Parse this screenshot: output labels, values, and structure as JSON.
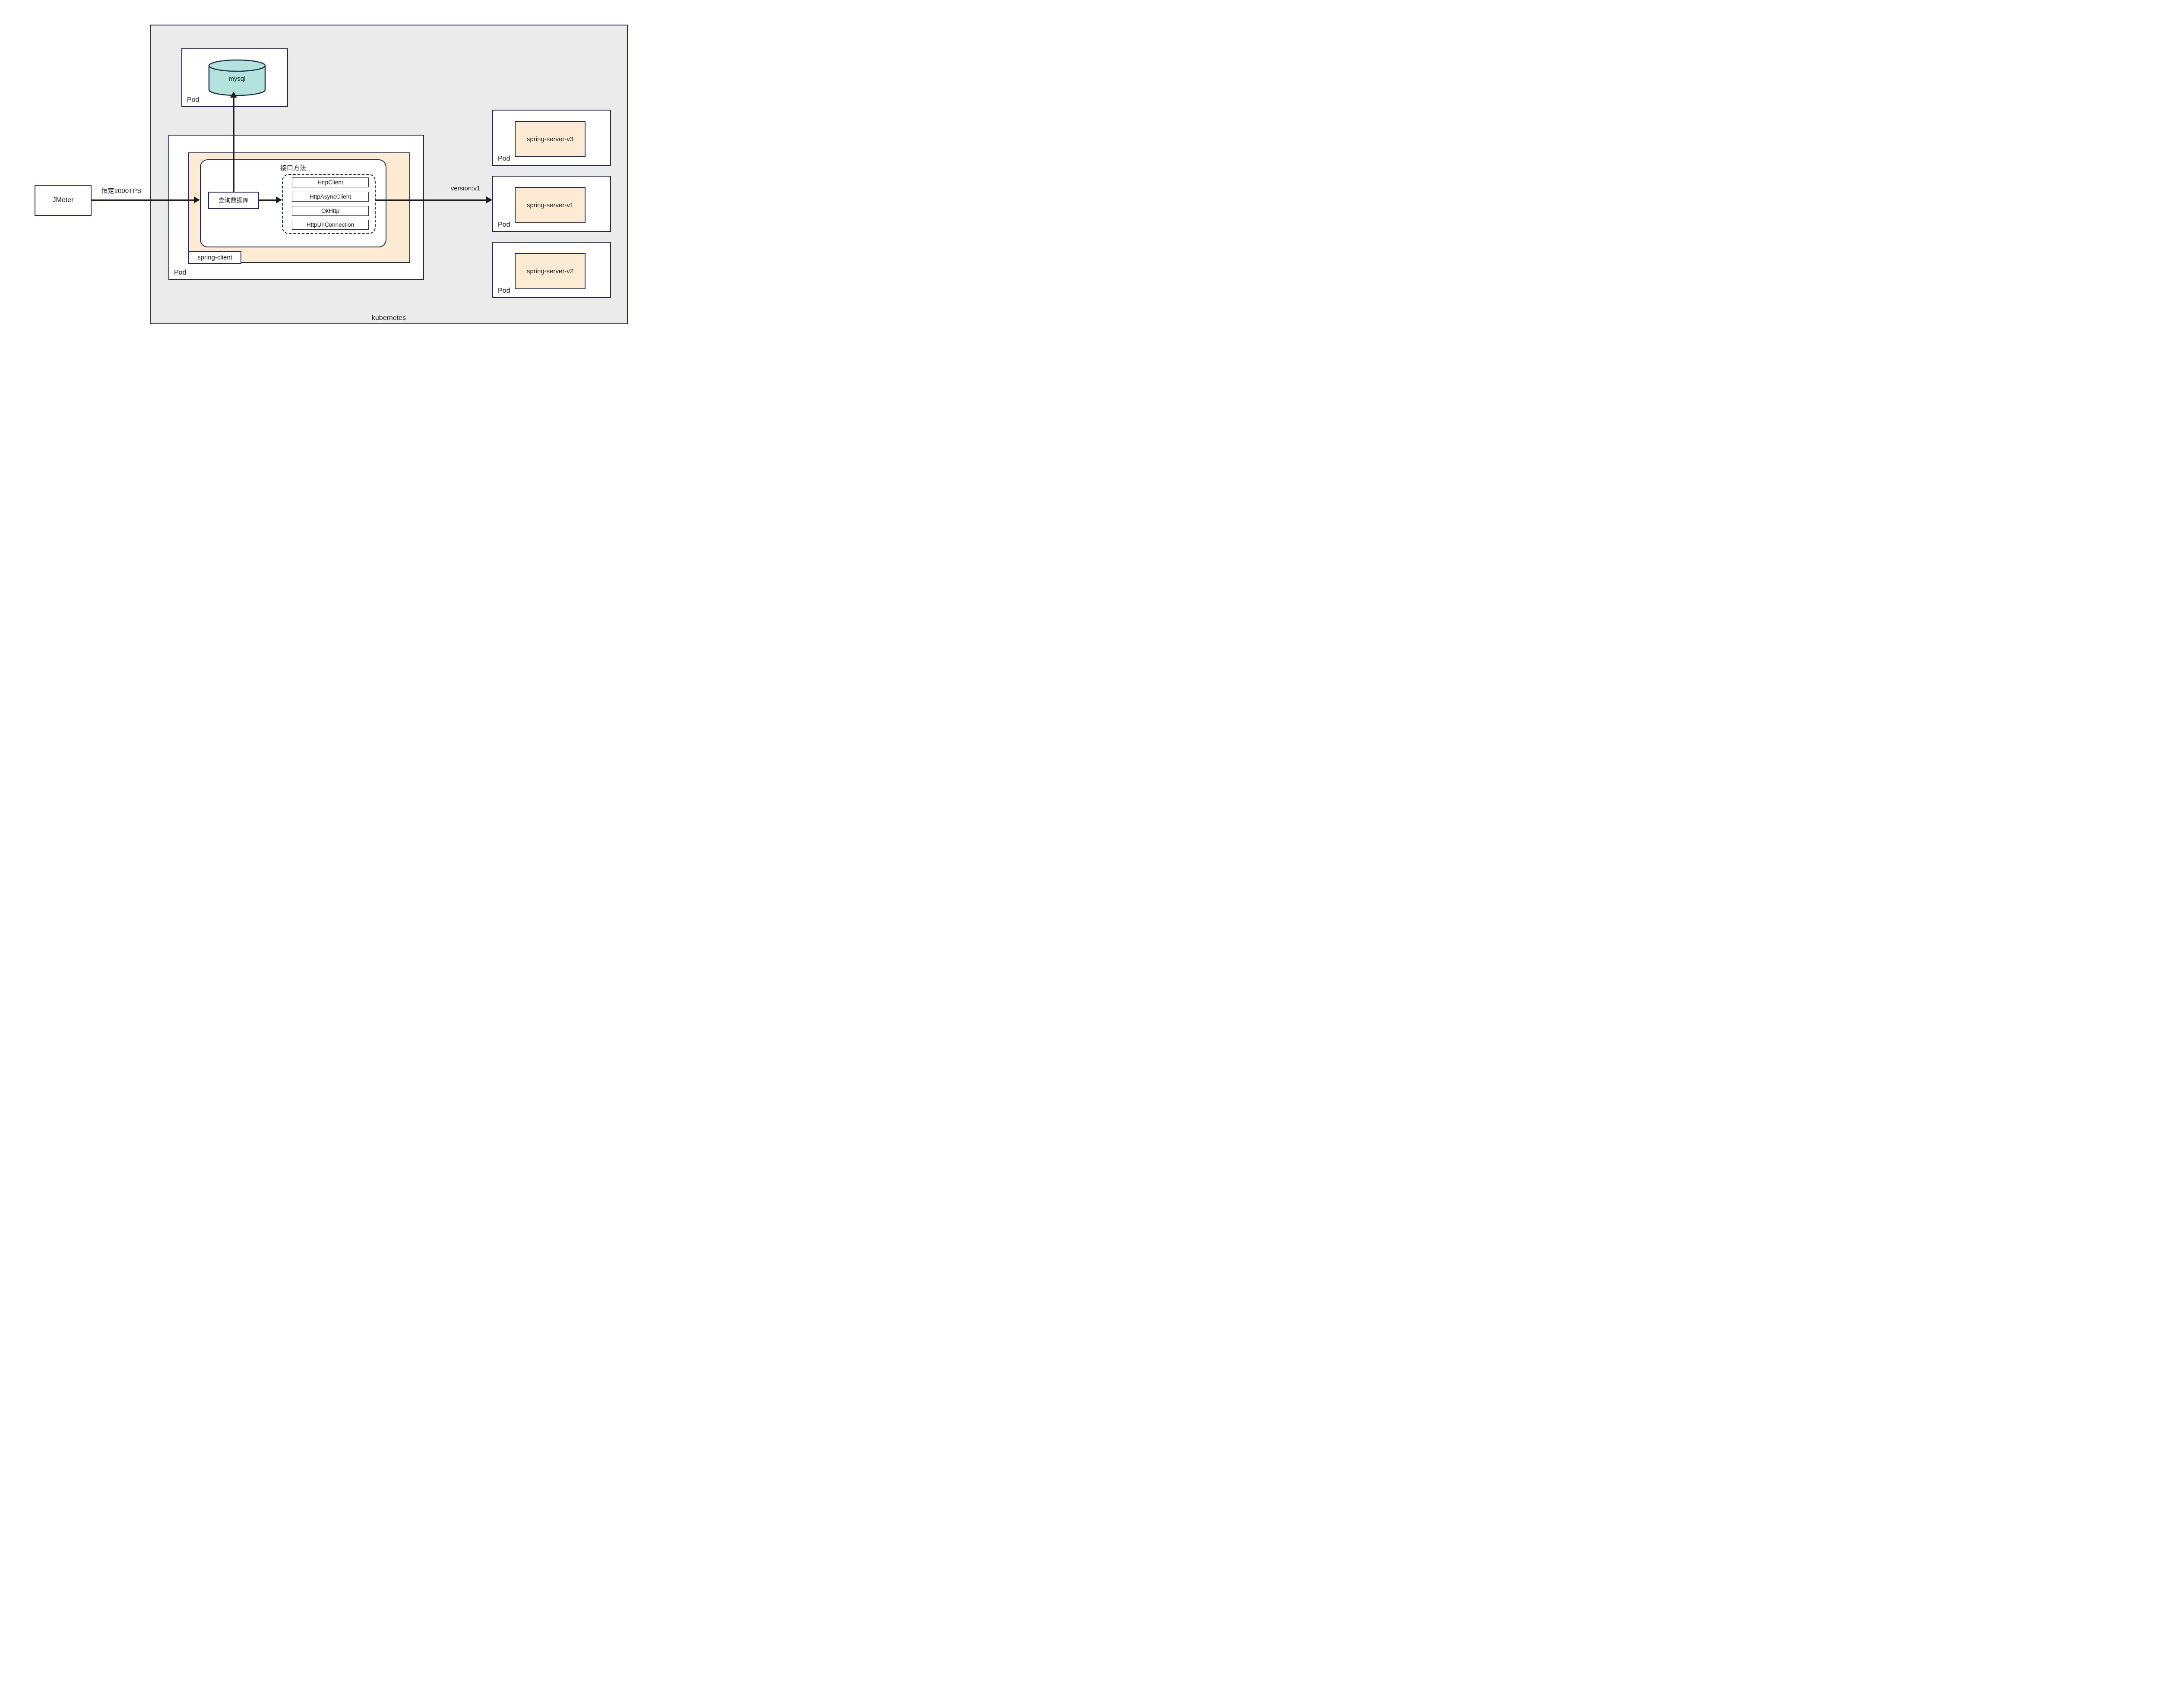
{
  "diagram": {
    "kubernetes_label": "kubernetes",
    "jmeter_label": "JMeter",
    "flow_labels": {
      "load": "恒定2000TPS",
      "route": "version:v1"
    },
    "mysql_pod": {
      "pod_label": "Pod",
      "database_label": "mysql"
    },
    "client_pod": {
      "pod_label": "Pod",
      "app_label": "spring-client",
      "interface_title": "接口方法",
      "query_label": "查询数据库",
      "http_methods": [
        "HttpClient",
        "HttpAsyncClient",
        "OkHttp",
        "HttpUrlConnection"
      ]
    },
    "server_pods": [
      {
        "pod_label": "Pod",
        "name": "spring-server-v3"
      },
      {
        "pod_label": "Pod",
        "name": "spring-server-v1"
      },
      {
        "pod_label": "Pod",
        "name": "spring-server-v2"
      }
    ],
    "colors": {
      "border_navy": "#232a4d",
      "cluster_bg": "#ebebeb",
      "accent_orange": "#fcebd2",
      "database_teal": "#b2e3dc",
      "arrow_black": "#1c1c1c"
    }
  }
}
